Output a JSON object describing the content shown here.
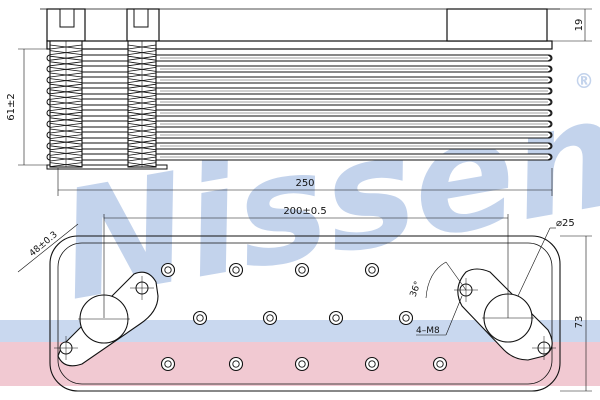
{
  "watermark": {
    "text": "Nissens",
    "trademark": "®",
    "color": "#c3d3ec"
  },
  "stripe": {
    "blue": "#c9d8ef",
    "pink": "#f1c9d2"
  },
  "dimensions": {
    "top_height": "19",
    "stack_height": "61±2",
    "total_length": "250",
    "hole_spacing": "200±0.5",
    "port_diameter": "⌀25",
    "flange_width": "48±0.3",
    "angle": "36°",
    "thread": "4–M8",
    "plate_height": "73"
  }
}
